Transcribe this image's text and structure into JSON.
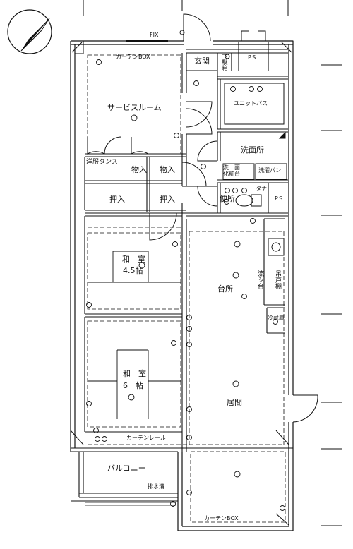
{
  "rooms": {
    "service_room": "サービスルーム",
    "entrance": "玄関",
    "unit_bath": "ユニットバス",
    "washroom": "洗面所",
    "wash_basin": "洗　面\n化粧台",
    "washing_machine_pan": "洗濯パン",
    "toilet": "便所",
    "ps_top": "P.S",
    "ps_mid": "P.S",
    "storage_1": "物入",
    "storage_2": "物入",
    "oshiire_1": "押入",
    "oshiire_2": "押入",
    "wardrobe": "洋服タンス",
    "washitsu_small_name": "和　室",
    "washitsu_small_size": "4.5帖",
    "kitchen": "台所",
    "washitsu_large_name": "和　室",
    "washitsu_large_size": "6　帖",
    "living": "居間",
    "balcony": "バルコニー"
  },
  "labels": {
    "fix": "FIX",
    "curtain_box_top": "カーテンBOX",
    "curtain_box_bottom": "カーテンBOX",
    "curtain_rail": "カーテンレール",
    "drain": "排水溝",
    "shoebox": "下駄箱",
    "sink": "流シ台",
    "cupboard": "吊戸棚",
    "fridge": "冷蔵庫",
    "tana": "タナ"
  },
  "compass": {
    "icon": "north-arrow-icon"
  },
  "colors": {
    "line": "#111111",
    "background": "#ffffff"
  }
}
